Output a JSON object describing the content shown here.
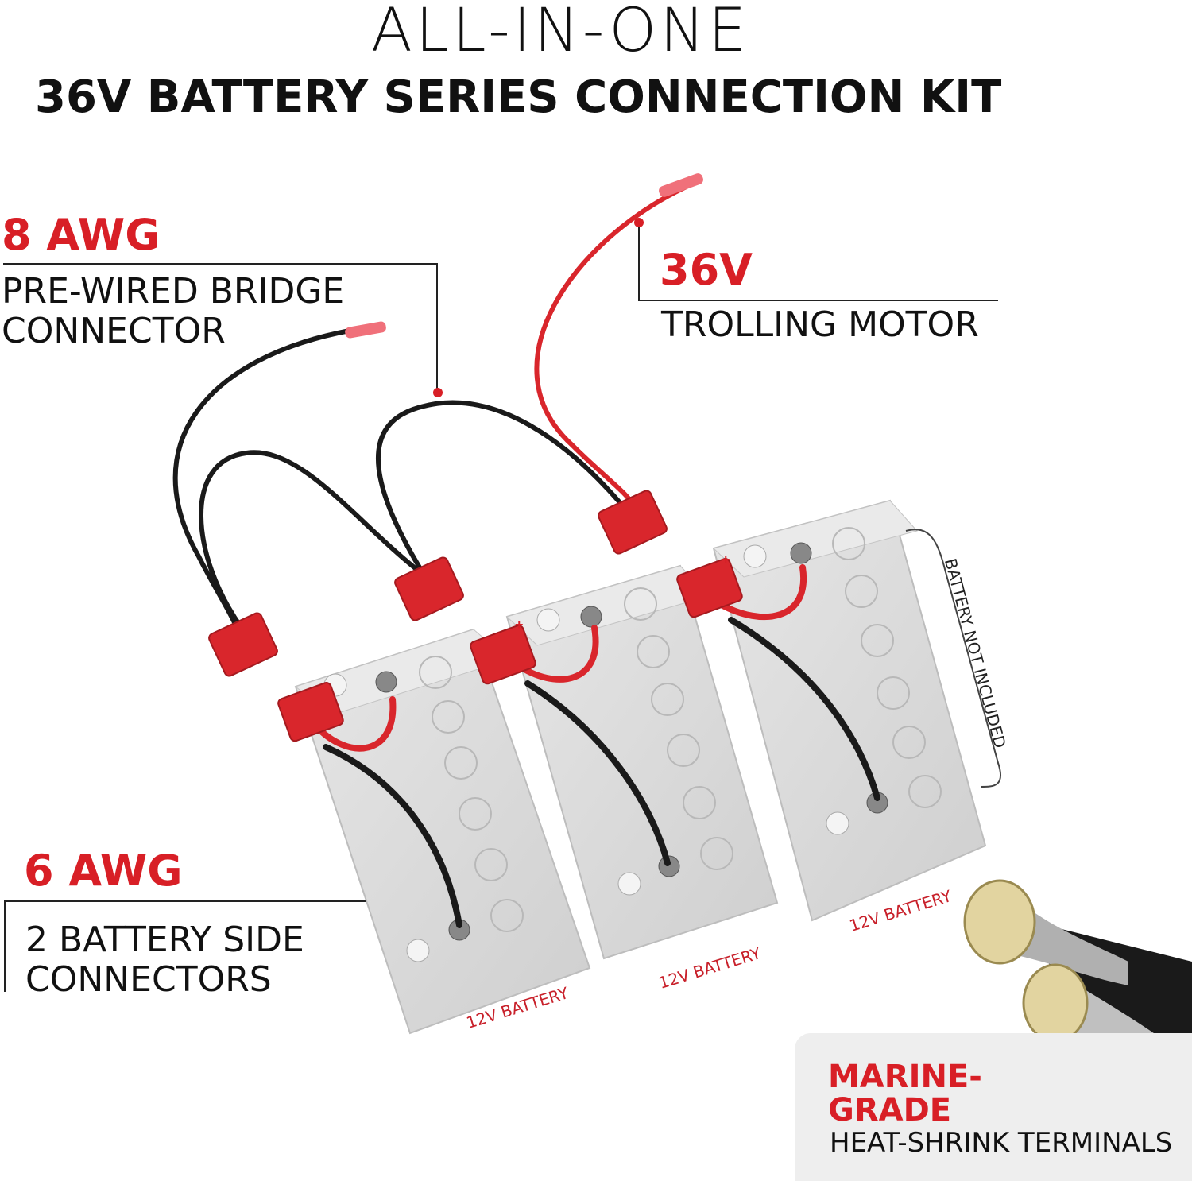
{
  "header": {
    "top_line": "ALL-IN-ONE",
    "main_line": "36V BATTERY SERIES CONNECTION KIT"
  },
  "callouts": {
    "bridge": {
      "gauge": "8 AWG",
      "line1": "PRE-WIRED BRIDGE",
      "line2": "CONNECTOR"
    },
    "motor": {
      "voltage": "36V",
      "label": "TROLLING MOTOR"
    },
    "side": {
      "gauge": "6 AWG",
      "line1": "2 BATTERY SIDE",
      "line2": "CONNECTORS"
    }
  },
  "batteries": {
    "battery_1": "12V BATTERY",
    "battery_2": "12V BATTERY",
    "battery_3": "12V BATTERY",
    "terminal_plus": "+"
  },
  "notice": "BATTERY NOT INCLUDED",
  "marine": {
    "title_line1": "MARINE-",
    "title_line2": "GRADE",
    "subtitle": "HEAT-SHRINK TERMINALS"
  },
  "colors": {
    "accent_red": "#d81f26",
    "connector_red": "#d9262c",
    "cable_black": "#1a1a1a",
    "battery_gray": "#dcdcdc",
    "text_dark": "#111111"
  }
}
